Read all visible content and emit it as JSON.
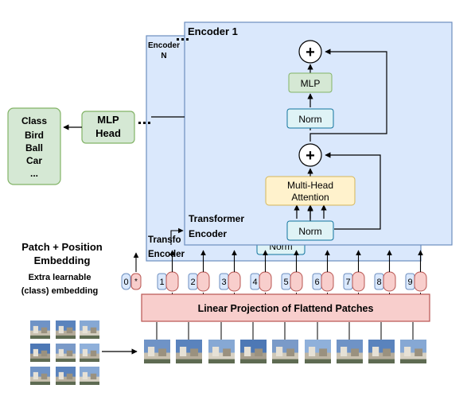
{
  "encoder_1": {
    "title": "Encoder 1"
  },
  "encoder_n": {
    "line1": "Encoder",
    "line2": "N"
  },
  "blocks": {
    "mlp": "MLP",
    "norm_top": "Norm",
    "multi_head_line1": "Multi-Head",
    "multi_head_line2": "Attention",
    "norm_bottom": "Norm",
    "norm_hidden": "Norm",
    "plus_symbol": "+"
  },
  "transformer_encoder": {
    "line1": "Transformer",
    "line2": "Encoder"
  },
  "transformer_encoder_back": {
    "line1": "Transfo",
    "line2": "Encoder"
  },
  "mlp_head": {
    "line1": "MLP",
    "line2": "Head"
  },
  "class_box": {
    "items": [
      "Class",
      "Bird",
      "Ball",
      "Car",
      "..."
    ]
  },
  "patch_position": {
    "line1": "Patch + Position",
    "line2": "Embedding"
  },
  "extra_learnable": {
    "line1": "Extra learnable",
    "line2": "(class) embedding"
  },
  "tokens": {
    "class_index": "0",
    "class_marker": "*",
    "patch_indices": [
      "1",
      "2",
      "3",
      "4",
      "5",
      "6",
      "7",
      "8",
      "9"
    ]
  },
  "linear_projection": {
    "label": "Linear  Projection of Flattend Patches"
  },
  "colors": {
    "encoder_fill": "#dae8fc",
    "encoder_stroke": "#6c8ebf",
    "mlp_fill": "#d5e8d4",
    "mlp_stroke": "#82b366",
    "norm_fill": "#dff3f6",
    "norm_stroke": "#10739e",
    "attention_fill": "#fff2cc",
    "attention_stroke": "#d6b656",
    "position_fill": "#f8cecc",
    "position_stroke": "#b85450",
    "projection_fill": "#f8cecc",
    "projection_stroke": "#b85450"
  }
}
